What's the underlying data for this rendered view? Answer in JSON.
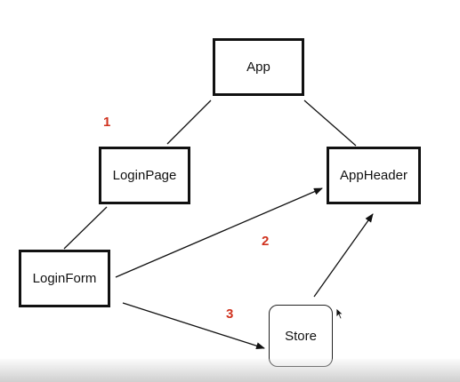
{
  "diagram": {
    "nodes": [
      {
        "id": "app",
        "label": "App",
        "shape": "box"
      },
      {
        "id": "login_page",
        "label": "LoginPage",
        "shape": "box"
      },
      {
        "id": "app_header",
        "label": "AppHeader",
        "shape": "box"
      },
      {
        "id": "login_form",
        "label": "LoginForm",
        "shape": "box"
      },
      {
        "id": "store",
        "label": "Store",
        "shape": "rounded-box"
      }
    ],
    "edges": [
      {
        "from": "app",
        "to": "login_page",
        "directed": false
      },
      {
        "from": "app",
        "to": "app_header",
        "directed": false
      },
      {
        "from": "login_page",
        "to": "login_form",
        "directed": false
      },
      {
        "from": "login_form",
        "to": "app_header",
        "directed": true
      },
      {
        "from": "login_form",
        "to": "store",
        "directed": true
      },
      {
        "from": "store",
        "to": "app_header",
        "directed": true
      }
    ],
    "step_labels": [
      {
        "text": "1"
      },
      {
        "text": "2"
      },
      {
        "text": "3"
      }
    ]
  },
  "colors": {
    "line": "#111111",
    "step_label": "#d0321e",
    "background": "#ffffff"
  }
}
